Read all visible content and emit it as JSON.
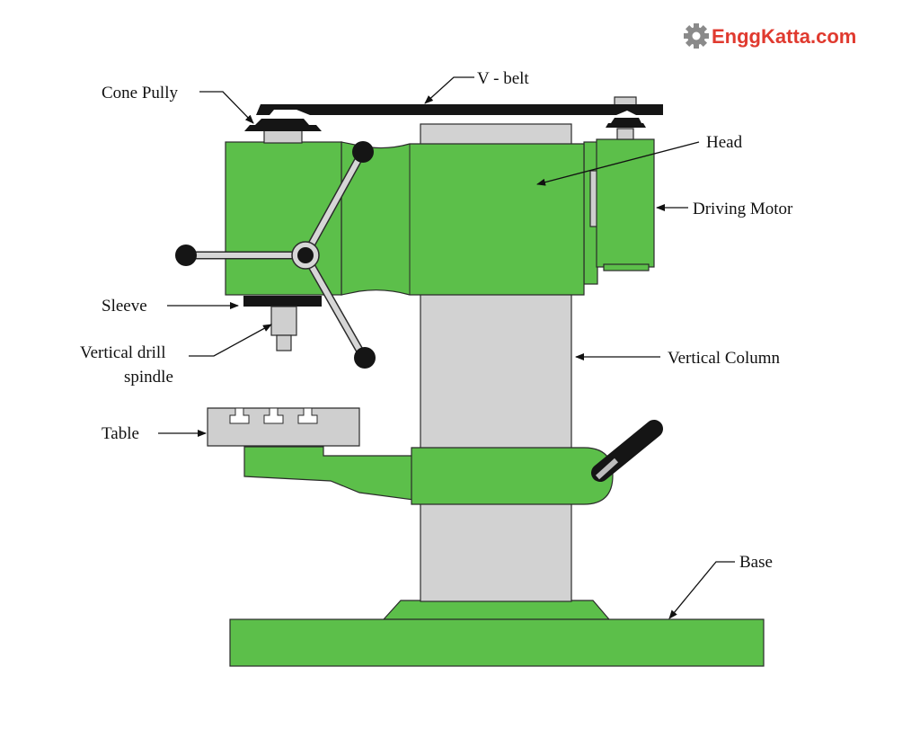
{
  "brand": {
    "name": "EnggKatta.com",
    "icon": "gear-icon",
    "color": "#e03a2f"
  },
  "colors": {
    "green": "#5cbf4a",
    "column": "#d2d2d2",
    "belt": "#151515",
    "handle": "#151515"
  },
  "labels": {
    "cone_pully": "Cone Pully",
    "v_belt": "V - belt",
    "head": "Head",
    "driving_motor": "Driving Motor",
    "sleeve": "Sleeve",
    "vertical_drill": "Vertical drill",
    "spindle": "spindle",
    "vertical_column": "Vertical Column",
    "table": "Table",
    "base": "Base"
  }
}
